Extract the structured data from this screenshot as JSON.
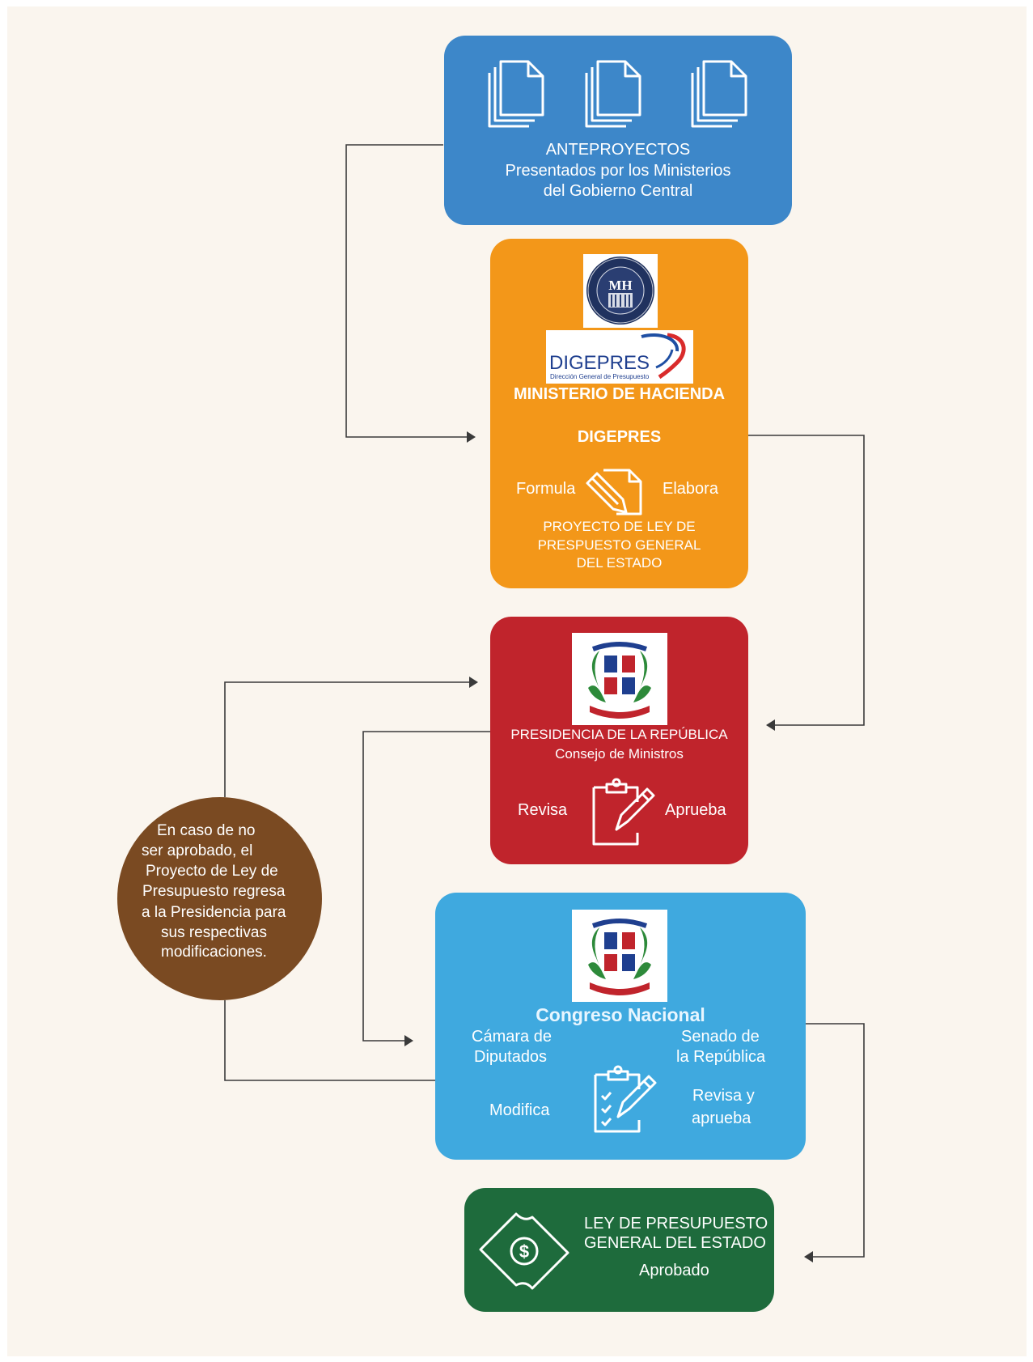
{
  "colors": {
    "background": "#faf5ee",
    "anteproyectos": "#3d87c9",
    "ministerio": "#f39719",
    "presidencia": "#c0242c",
    "congreso": "#3fa9df",
    "ley": "#1e6b3c",
    "circle": "#7a4a22",
    "connector": "#3a3a3a"
  },
  "anteproyectos": {
    "icons": [
      "document-stack-icon",
      "document-stack-icon",
      "document-stack-icon"
    ],
    "title": "ANTEPROYECTOS",
    "line1": "Presentados por los Ministerios",
    "line2": "del Gobierno Central"
  },
  "ministerio": {
    "seal_text": "MH",
    "digepres_logo_text": "DIGEPRES",
    "digepres_logo_sub": "Dirección General de Presupuesto",
    "title": "MINISTERIO DE HACIENDA",
    "subtitle": "DIGEPRES",
    "left_action": "Formula",
    "right_action": "Elabora",
    "icon": "document-pencil-icon",
    "project_line1": "PROYECTO DE LEY DE",
    "project_line2": "PRESPUESTO GENERAL",
    "project_line3": "DEL ESTADO"
  },
  "presidencia": {
    "emblem": "coat-of-arms-icon",
    "title": "PRESIDENCIA DE LA REPÚBLICA",
    "subtitle": "Consejo de Ministros",
    "left_action": "Revisa",
    "right_action": "Aprueba",
    "icon": "clipboard-pencil-icon"
  },
  "congreso": {
    "emblem": "coat-of-arms-icon",
    "title": "Congreso Nacional",
    "left_line1": "Cámara de",
    "left_line2": "Diputados",
    "right_line1": "Senado de",
    "right_line2": "la República",
    "left_action": "Modifica",
    "right_action_line1": "Revisa y",
    "right_action_line2": "aprueba",
    "icon": "checklist-pencil-icon"
  },
  "ley": {
    "icon": "dollar-scroll-icon",
    "line1": "LEY  DE  PRESUPUESTO",
    "line2": "GENERAL DEL ESTADO",
    "status": "Aprobado"
  },
  "circle": {
    "line1": "En caso de no",
    "line2": "ser aprobado, el",
    "line3": "Proyecto de Ley de",
    "line4": "Presupuesto regresa",
    "line5": "a la Presidencia para",
    "line6": "sus respectivas",
    "line7": "modificaciones."
  }
}
